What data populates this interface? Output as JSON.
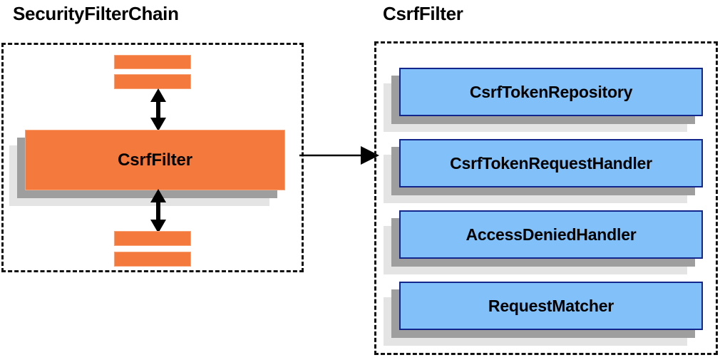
{
  "diagram": {
    "type": "component-relationship-diagram",
    "background_color": "#ffffff",
    "panels": [
      {
        "id": "security-filter-chain",
        "title": "SecurityFilterChain",
        "border_style": "dashed",
        "border_color": "#111111",
        "highlighted_component": {
          "label": "CsrfFilter",
          "fill_color": "#f4793c",
          "shape": "shadowed-box"
        },
        "sibling_filters": {
          "above_count": 2,
          "below_count": 2,
          "fill_color": "#f4793c",
          "description": "unlabeled filter bars in the chain"
        },
        "connectors": [
          {
            "name": "chain-link-above",
            "style": "double-headed-vertical-arrow"
          },
          {
            "name": "chain-link-below",
            "style": "double-headed-vertical-arrow"
          }
        ]
      },
      {
        "id": "csrf-filter",
        "title": "CsrfFilter",
        "border_style": "dashed",
        "border_color": "#111111",
        "components": [
          {
            "label": "CsrfTokenRepository",
            "fill_color": "#82c0fa",
            "border_color": "#13268c"
          },
          {
            "label": "CsrfTokenRequestHandler",
            "fill_color": "#82c0fa",
            "border_color": "#13268c"
          },
          {
            "label": "AccessDeniedHandler",
            "fill_color": "#82c0fa",
            "border_color": "#13268c"
          },
          {
            "label": "RequestMatcher",
            "fill_color": "#82c0fa",
            "border_color": "#13268c"
          }
        ]
      }
    ],
    "cross_panel_connector": {
      "name": "expands-into-arrow",
      "from": "SecurityFilterChain",
      "to": "CsrfFilter",
      "style": "single-headed-horizontal-arrow",
      "color": "#000000"
    }
  },
  "colors": {
    "orange": "#f4793c",
    "orange_border": "#f9a378",
    "blue": "#82c0fa",
    "blue_border": "#13268c",
    "shadow_near": "#9e9e9e",
    "shadow_far": "#e4e4e4",
    "outline": "#111111"
  }
}
